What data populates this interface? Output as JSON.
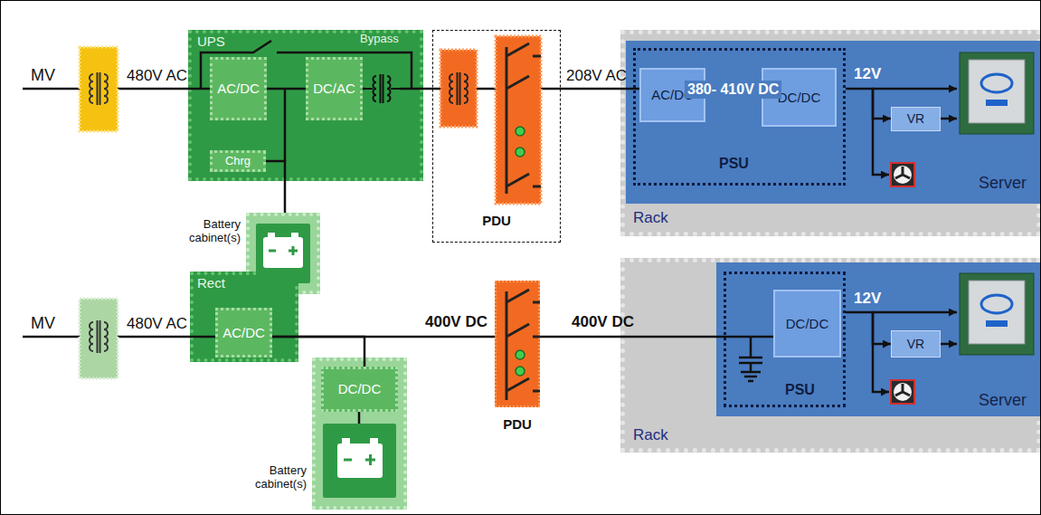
{
  "diagram": {
    "nodes": [
      {
        "text": [
          "UPS",
          "Bypass"
        ]
      },
      {
        "text": [
          "AC/DC"
        ],
        "in": 0
      },
      {
        "text": [
          "DC/AC"
        ],
        "in": 0
      },
      {
        "text": [
          "Chrg"
        ],
        "in": 0
      },
      {
        "text": [
          "Battery cabinet(s)"
        ]
      },
      {
        "text": [
          "PDU"
        ]
      },
      {
        "text": [
          "Rack"
        ]
      },
      {
        "text": [
          "Server"
        ],
        "in": 6
      },
      {
        "text": [
          "PSU"
        ],
        "in": 7
      },
      {
        "text": [
          "AC/DC"
        ],
        "in": 8
      },
      {
        "text": [
          "DC/DC"
        ],
        "in": 8
      },
      {
        "text": [
          "VR"
        ],
        "in": 7
      },
      {
        "text": [
          "Rect"
        ]
      },
      {
        "text": [
          "AC/DC"
        ],
        "in": 12
      },
      {
        "text": [
          "Battery cabinet(s)"
        ]
      },
      {
        "text": [
          "DC/DC"
        ],
        "in": 14
      },
      {
        "text": [
          "PDU"
        ]
      },
      {
        "text": [
          "Rack"
        ]
      },
      {
        "text": [
          "Server"
        ],
        "in": 17
      },
      {
        "text": [
          "PSU"
        ],
        "in": 18
      },
      {
        "text": [
          "DC/DC"
        ],
        "in": 19
      },
      {
        "text": [
          "VR"
        ],
        "in": 18
      }
    ],
    "edges": [
      {
        "from": 1,
        "to": 2,
        "arrow": "none"
      },
      {
        "from": 3,
        "to": 4,
        "arrow": "none"
      },
      {
        "from": 2,
        "to": 5,
        "arrow": "none"
      },
      {
        "from": 5,
        "to": 9,
        "arrow": "none",
        "label": "208V AC"
      },
      {
        "from": 9,
        "to": 10,
        "arrow": "none",
        "label": "380- 410V DC"
      },
      {
        "from": 8,
        "to": 11,
        "arrow": "to"
      },
      {
        "from": 13,
        "to": 15,
        "arrow": "none"
      },
      {
        "from": 13,
        "to": 16,
        "arrow": "none",
        "label": "400V DC"
      },
      {
        "from": 16,
        "to": 20,
        "arrow": "none",
        "label": "400V DC"
      },
      {
        "from": 19,
        "to": 21,
        "arrow": "to"
      }
    ],
    "labels": [
      "MV",
      "480V AC",
      "12V",
      "MV",
      "480V AC",
      "12V"
    ]
  }
}
